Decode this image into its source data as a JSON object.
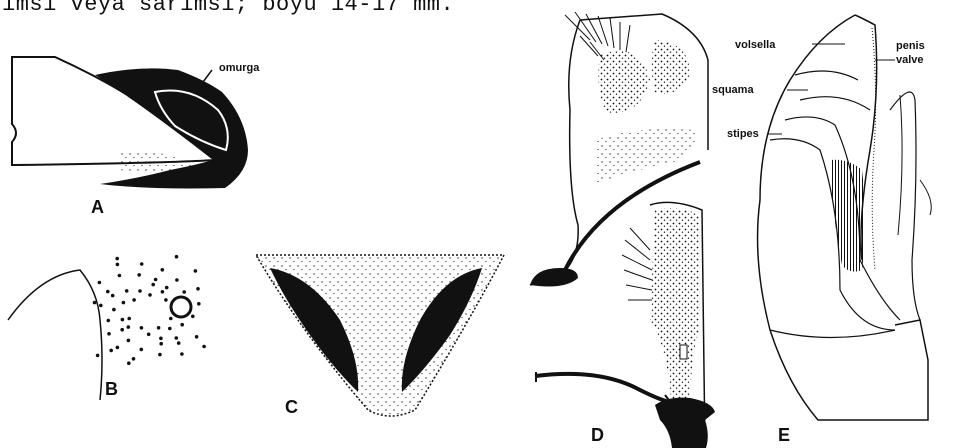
{
  "header_text": "ımsı veya sarımsı; boyu 14-17 mm.",
  "panels": {
    "a": {
      "letter": "A",
      "annotation": "omurga"
    },
    "b": {
      "letter": "B"
    },
    "c": {
      "letter": "C"
    },
    "d": {
      "letter": "D"
    },
    "e": {
      "letter": "E",
      "annotations": {
        "volsella": "volsella",
        "penis": "penis",
        "valve": "valve",
        "squama": "squama",
        "stipes": "stipes"
      }
    }
  }
}
